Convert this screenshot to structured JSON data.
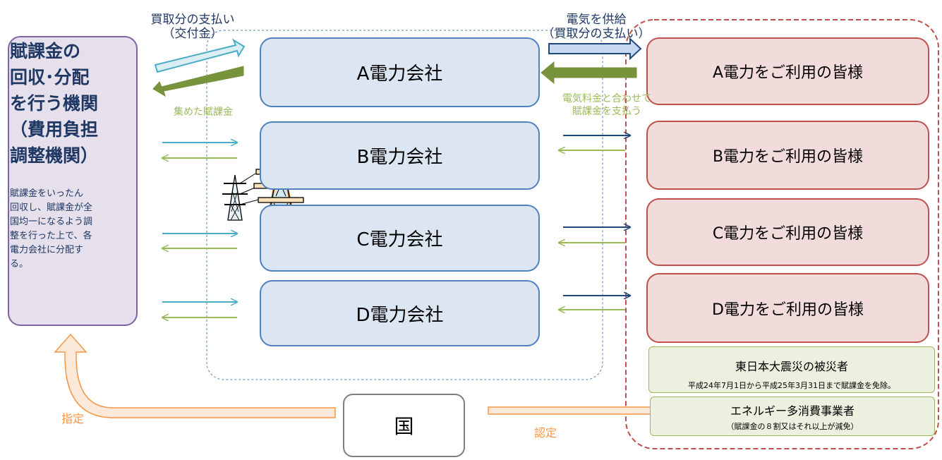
{
  "agency": {
    "title": "賦課金の\n回収･分配\nを行う機関\n（費用負担\n調整機関）",
    "description": "賦課金をいったん\n回収し、賦課金が全\n国均一になるよう調\n整を行った上で、各\n電力会社に分配す\nる。"
  },
  "companies": [
    "A電力会社",
    "B電力会社",
    "C電力会社",
    "D電力会社"
  ],
  "customers": [
    "A電力をご利用の皆様",
    "B電力をご利用の皆様",
    "C電力をご利用の皆様",
    "D電力をご利用の皆様"
  ],
  "labels": {
    "payment_top": "買取分の支払い\n（交付金）",
    "collected_levy": "集めた賦課金",
    "supply": "電気を供給\n（買取分の支払い）",
    "pay_with_bill": "電気料金と合わせて\n賦課金を支払う",
    "designate": "指定",
    "certify": "認定"
  },
  "disaster_victims": {
    "title": "東日本大震災の被災者",
    "note": "平成24年7月1日から平成25年3月31日まで賦課金を免除。"
  },
  "energy_users": {
    "title": "エネルギー多消費事業者",
    "note": "（賦課金の８割又はそれ以上が減免）"
  },
  "country": "国",
  "icons": [
    "transmission-tower-icon"
  ],
  "colors": {
    "company_fill": "#dce6f2",
    "company_border": "#4f81bd",
    "customer_fill": "#f2dcdb",
    "customer_border": "#c0504d",
    "agency_fill": "#e5e0ec",
    "agency_border": "#8064a2",
    "payment_arrow": "#4bacc6",
    "levy_arrow": "#9bbb59",
    "supply_arrow": "#1f497d",
    "government_arrow": "#f79646",
    "green_box_fill": "#ebf1de"
  }
}
